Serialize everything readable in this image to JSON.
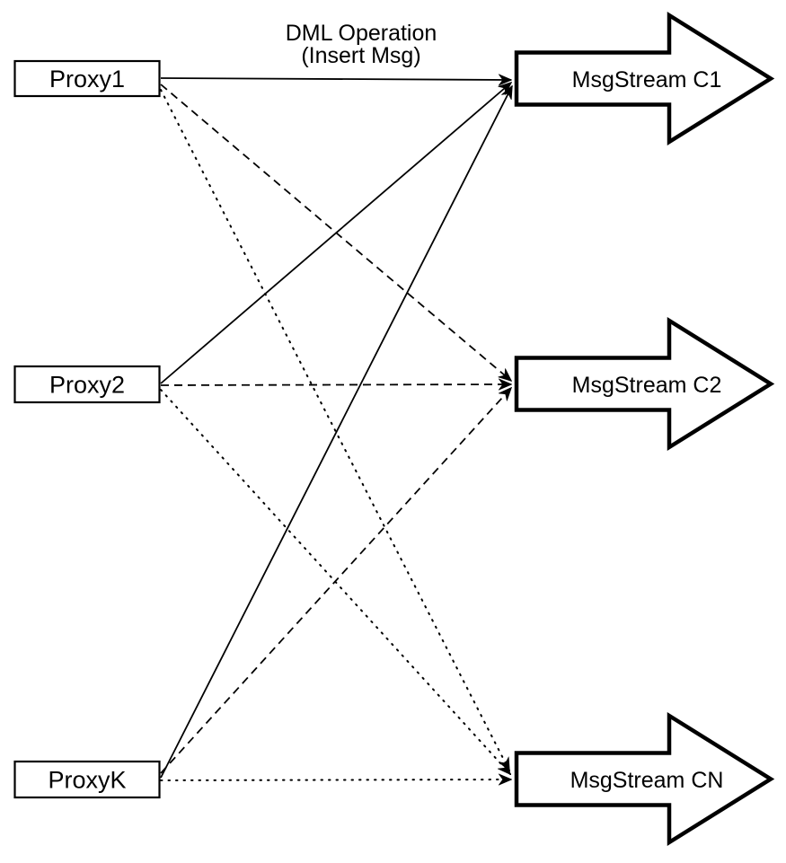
{
  "diagram": {
    "background": "#ffffff",
    "stroke_color": "#000000",
    "node_fill": "#ffffff",
    "title": {
      "line1": "DML Operation",
      "line2": "(Insert Msg)"
    },
    "proxies": [
      {
        "label": "Proxy1"
      },
      {
        "label": "Proxy2"
      },
      {
        "label": "ProxyK"
      }
    ],
    "streams": [
      {
        "label": "MsgStream C1"
      },
      {
        "label": "MsgStream C2"
      },
      {
        "label": "MsgStream CN"
      }
    ],
    "edges": [
      {
        "from": "Proxy1",
        "to": "MsgStream C1",
        "style": "solid",
        "label": "DML Operation (Insert Msg)"
      },
      {
        "from": "Proxy2",
        "to": "MsgStream C1",
        "style": "solid"
      },
      {
        "from": "ProxyK",
        "to": "MsgStream C1",
        "style": "solid"
      },
      {
        "from": "Proxy1",
        "to": "MsgStream C2",
        "style": "dashed"
      },
      {
        "from": "Proxy2",
        "to": "MsgStream C2",
        "style": "dashed"
      },
      {
        "from": "ProxyK",
        "to": "MsgStream C2",
        "style": "dashed"
      },
      {
        "from": "Proxy1",
        "to": "MsgStream CN",
        "style": "dotted"
      },
      {
        "from": "Proxy2",
        "to": "MsgStream CN",
        "style": "dotted"
      },
      {
        "from": "ProxyK",
        "to": "MsgStream CN",
        "style": "dotted"
      }
    ]
  }
}
